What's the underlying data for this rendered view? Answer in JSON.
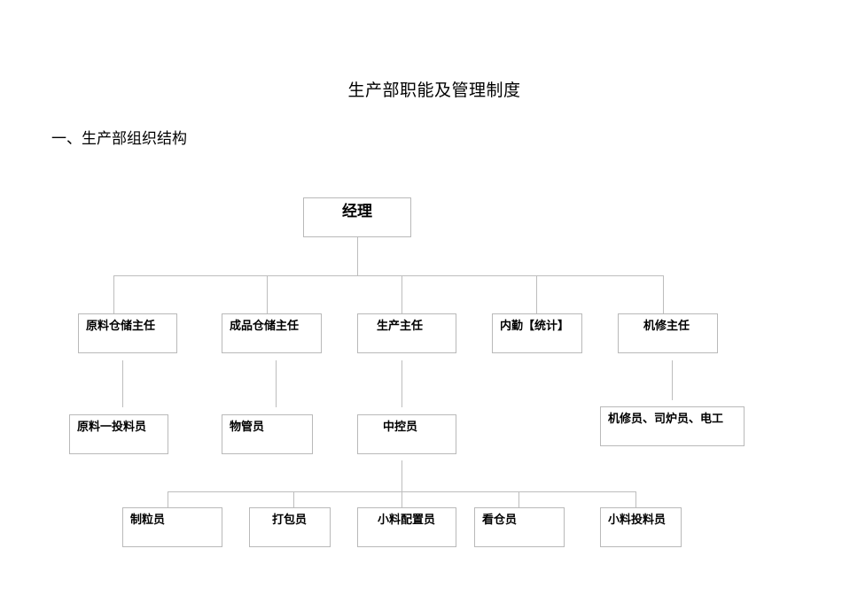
{
  "document": {
    "title": "生产部职能及管理制度",
    "section_heading": "一、生产部组织结构"
  },
  "org_chart": {
    "root": {
      "label": "经理"
    },
    "level2": [
      {
        "label": "原料仓储主任"
      },
      {
        "label": "成品仓储主任"
      },
      {
        "label": "生产主任"
      },
      {
        "label": "内勤【统计】"
      },
      {
        "label": "机修主任"
      }
    ],
    "level3": [
      {
        "label": "原料一投料员",
        "parent": "原料仓储主任"
      },
      {
        "label": "物管员",
        "parent": "成品仓储主任"
      },
      {
        "label": "中控员",
        "parent": "生产主任"
      },
      {
        "label": "机修员、司炉员、电工",
        "parent": "机修主任"
      }
    ],
    "level4": [
      {
        "label": "制粒员",
        "parent": "中控员"
      },
      {
        "label": "打包员",
        "parent": "中控员"
      },
      {
        "label": "小料配置员",
        "parent": "中控员"
      },
      {
        "label": "看仓员",
        "parent": "中控员"
      },
      {
        "label": "小料投料员",
        "parent": "中控员"
      }
    ],
    "line_color": "#bdbdbd",
    "box_border_color": "#b9b9b9"
  }
}
